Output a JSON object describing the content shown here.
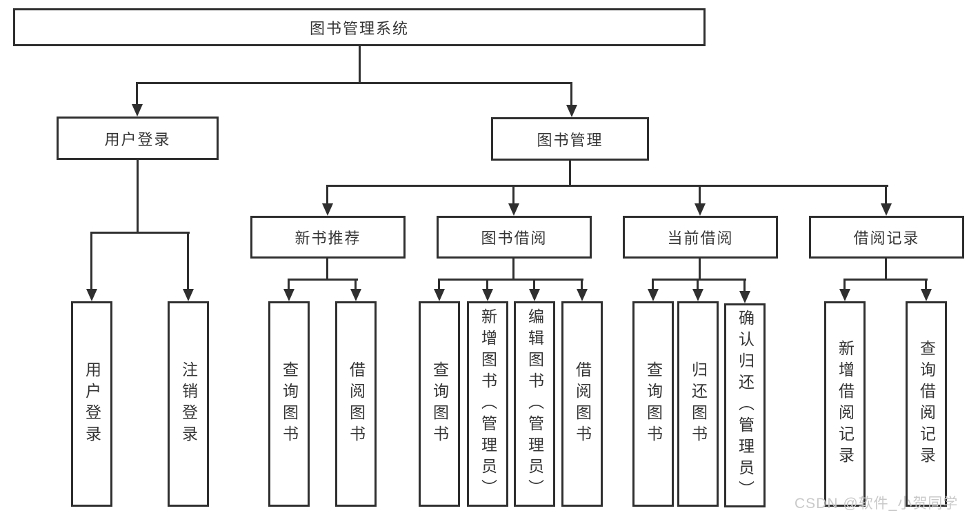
{
  "diagram": {
    "title": "图书管理系统",
    "root": {
      "label": "图书管理系统"
    },
    "branches": [
      {
        "label": "用户登录",
        "children": [
          {
            "label": "用户登录"
          },
          {
            "label": "注销登录"
          }
        ]
      },
      {
        "label": "图书管理",
        "children": [
          {
            "label": "新书推荐",
            "children": [
              {
                "label": "查询图书"
              },
              {
                "label": "借阅图书"
              }
            ]
          },
          {
            "label": "图书借阅",
            "children": [
              {
                "label": "查询图书"
              },
              {
                "label": "新增图书（管理员）"
              },
              {
                "label": "编辑图书（管理员）"
              },
              {
                "label": "借阅图书"
              }
            ]
          },
          {
            "label": "当前借阅",
            "children": [
              {
                "label": "查询图书"
              },
              {
                "label": "归还图书"
              },
              {
                "label": "确认归还（管理员）"
              }
            ]
          },
          {
            "label": "借阅记录",
            "children": [
              {
                "label": "新增借阅记录"
              },
              {
                "label": "查询借阅记录"
              }
            ]
          }
        ]
      }
    ]
  },
  "watermark": {
    "text": "CSDN @软件_小贺同学"
  },
  "colors": {
    "line": "#2f2f2f",
    "box_border": "#2f2f2f",
    "box_fill": "#ffffff",
    "text": "#353535",
    "watermark": "#c9c9c9",
    "background": "#ffffff"
  }
}
